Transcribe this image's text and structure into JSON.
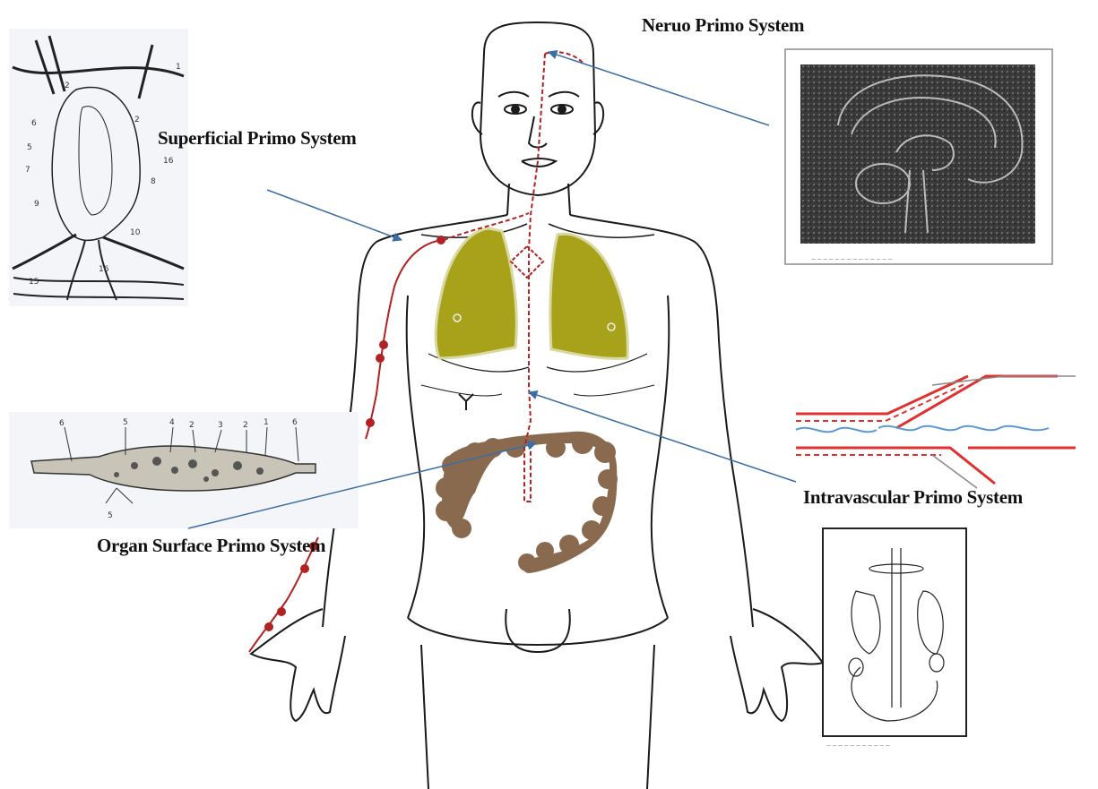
{
  "labels": {
    "neuro": "Neruo Primo System",
    "superficial": "Superficial Primo System",
    "intravascular": "Intravascular Primo System",
    "organ_surface": "Organ Surface Primo System"
  },
  "inset_numbers": {
    "node_cross_section": [
      "1",
      "2",
      "2",
      "6",
      "5",
      "7",
      "9",
      "16",
      "8",
      "10",
      "15",
      "16"
    ],
    "organ_node": [
      "6",
      "5",
      "4",
      "2",
      "3",
      "2",
      "1",
      "6",
      "5"
    ]
  },
  "colors": {
    "lungs": "#a8a21a",
    "intestine": "#8a6a4e",
    "primo_vessel": "#b22222",
    "arrow": "#3a6ea5",
    "outline": "#1a1a1a"
  }
}
